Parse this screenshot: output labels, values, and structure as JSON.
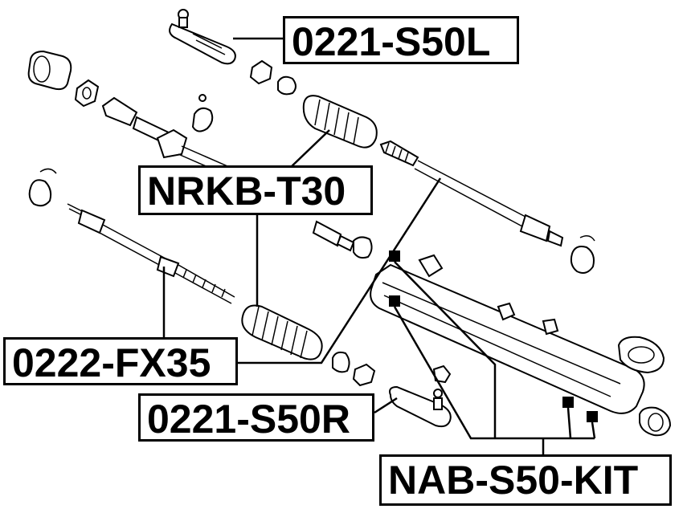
{
  "labels": {
    "tie_rod_end_left": "0221-S50L",
    "boot_kit": "NRKB-T30",
    "tie_rod": "0222-FX35",
    "tie_rod_end_right": "0221-S50R",
    "bushing_kit": "NAB-S50-KIT"
  }
}
